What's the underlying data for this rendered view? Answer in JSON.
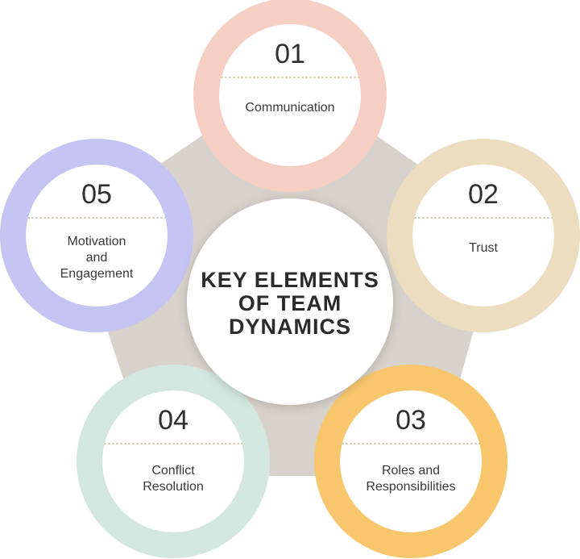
{
  "title_lines": [
    "KEY ELEMENTS",
    "OF TEAM",
    "DYNAMICS"
  ],
  "elements": [
    {
      "number": "01",
      "label_lines": [
        "Communication"
      ],
      "color": "#f6cfc4"
    },
    {
      "number": "02",
      "label_lines": [
        "Trust"
      ],
      "color": "#ecdcc0"
    },
    {
      "number": "03",
      "label_lines": [
        "Roles and",
        "Responsibilities"
      ],
      "color": "#f8c76d"
    },
    {
      "number": "04",
      "label_lines": [
        "Conflict",
        "Resolution"
      ],
      "color": "#d3e6df"
    },
    {
      "number": "05",
      "label_lines": [
        "Motivation",
        "and",
        "Engagement"
      ],
      "color": "#c5c4f3"
    }
  ],
  "colors": {
    "pentagon": "#d7d2cb",
    "divider": "#c9b89a"
  }
}
